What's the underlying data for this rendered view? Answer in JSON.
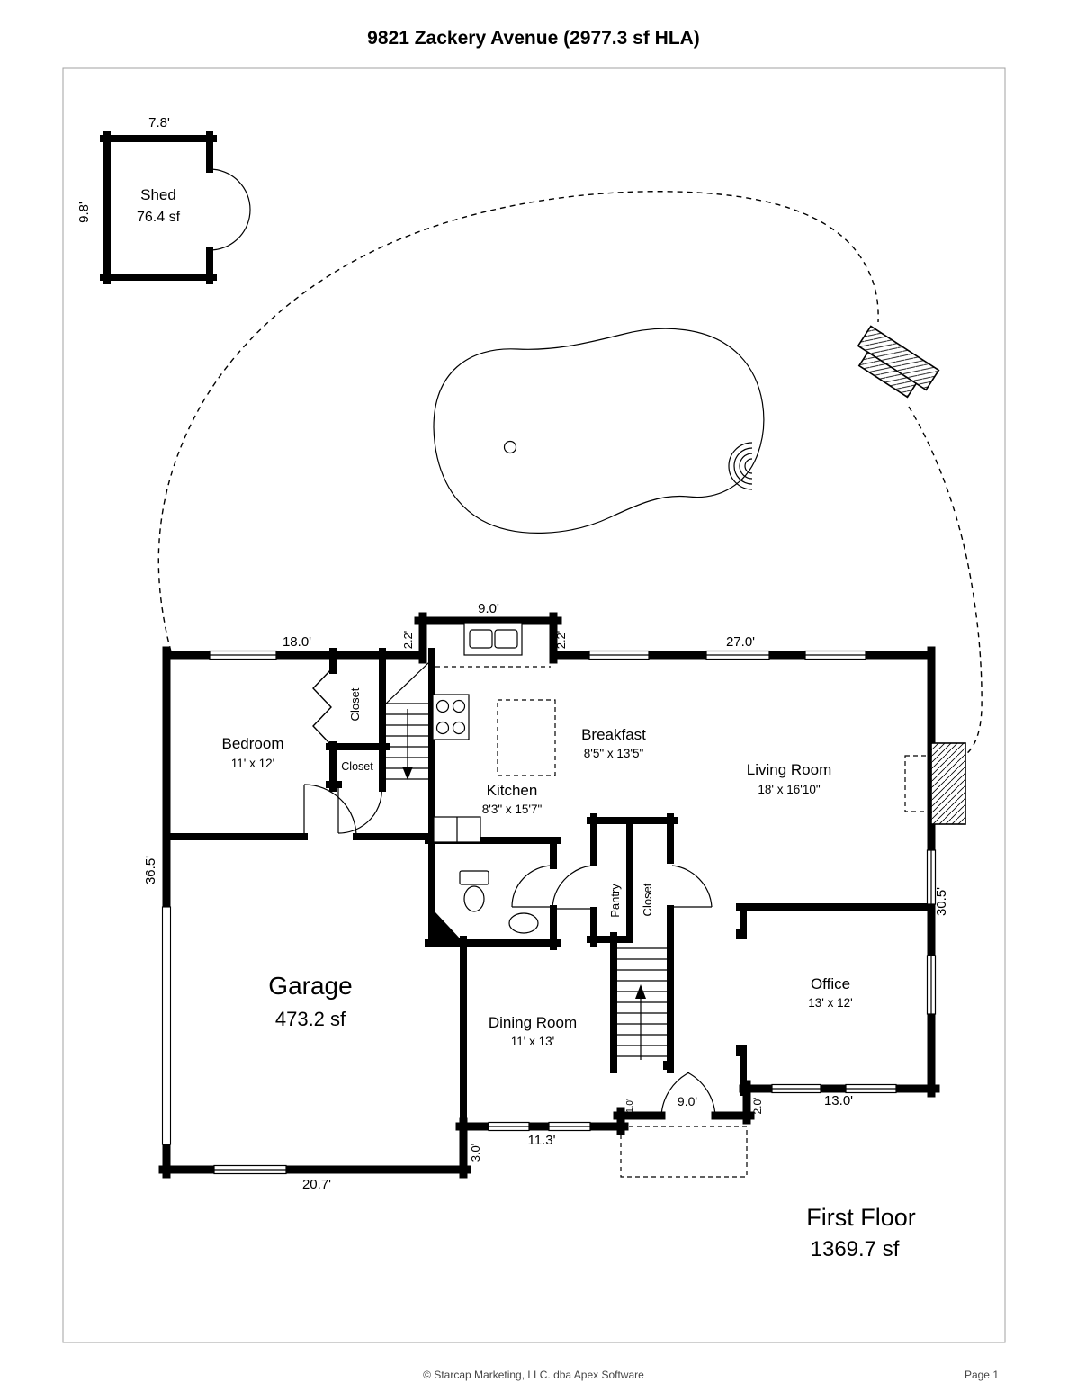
{
  "title": "9821 Zackery Avenue (2977.3 sf HLA)",
  "shed": {
    "name": "Shed",
    "area": "76.4 sf",
    "dim_w": "7.8'",
    "dim_h": "9.8'"
  },
  "rooms": {
    "bedroom": {
      "name": "Bedroom",
      "dims": "11' x 12'"
    },
    "closet_bedroom": {
      "name": "Closet"
    },
    "closet_lower": {
      "name": "Closet"
    },
    "kitchen": {
      "name": "Kitchen",
      "dims": "8'3\" x 15'7\""
    },
    "breakfast": {
      "name": "Breakfast",
      "dims": "8'5\" x 13'5\""
    },
    "living": {
      "name": "Living Room",
      "dims": "18' x 16'10\""
    },
    "pantry": {
      "name": "Pantry"
    },
    "closet_hall": {
      "name": "Closet"
    },
    "dining": {
      "name": "Dining Room",
      "dims": "11' x 13'"
    },
    "office": {
      "name": "Office",
      "dims": "13' x 12'"
    },
    "garage": {
      "name": "Garage",
      "area": "473.2 sf"
    }
  },
  "dimensions": {
    "bedroom_top": "18.0'",
    "kitchen_left": "2.2'",
    "kitchen_top": "9.0'",
    "kitchen_right": "2.2'",
    "living_top": "27.0'",
    "left_wall": "36.5'",
    "right_wall": "30.5'",
    "office_bottom": "13.0'",
    "office_step": "2.0'",
    "entry_bottom": "9.0'",
    "entry_step": "1.0'",
    "dining_bottom": "11.3'",
    "garage_step": "3.0'",
    "garage_bottom": "20.7'"
  },
  "floor": {
    "name": "First Floor",
    "area": "1369.7 sf"
  },
  "footer": {
    "copyright": "© Starcap Marketing, LLC. dba Apex Software",
    "page": "Page 1"
  }
}
